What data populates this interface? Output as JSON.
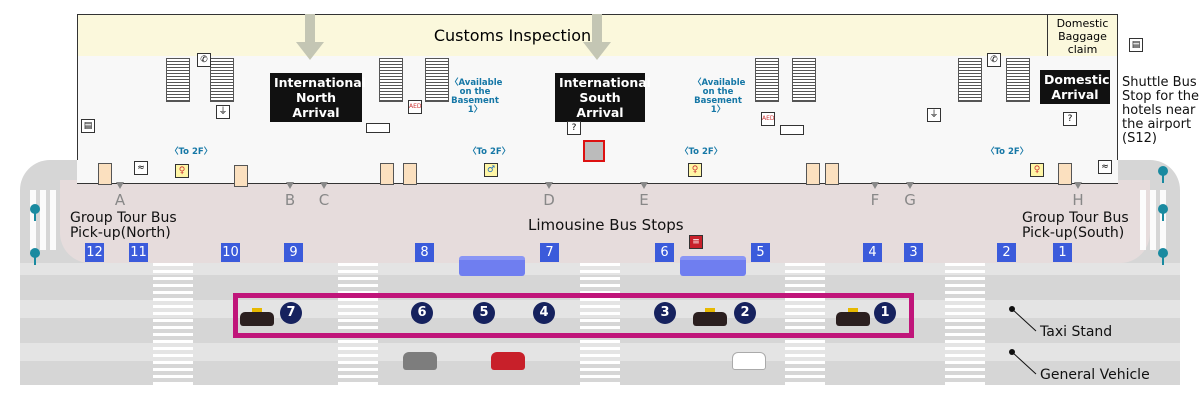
{
  "header": {
    "customs": "Customs Inspection",
    "baggage": "Domestic Baggage claim"
  },
  "arrivals": {
    "north": "International North Arrival",
    "south": "International South Arrival",
    "domestic": "Domestic Arrival"
  },
  "notes": {
    "basement": "〈Available on the Basement 1〉",
    "to2f": "〈To 2F〉",
    "aed": "AED"
  },
  "gates": [
    "A",
    "B",
    "C",
    "D",
    "E",
    "F",
    "G",
    "H"
  ],
  "labels": {
    "limousine": "Limousine Bus Stops",
    "group_north": "Group Tour Bus Pick-up(North)",
    "group_south": "Group Tour Bus Pick-up(South)",
    "shuttle": "Shuttle Bus Stop for the hotels near the airport (S12)",
    "taxi_stand": "Taxi Stand",
    "general": "General Vehicle"
  },
  "bus_stops": [
    "12",
    "11",
    "10",
    "9",
    "8",
    "7",
    "6",
    "5",
    "4",
    "3",
    "2",
    "1"
  ],
  "taxi_stands": [
    "7",
    "6",
    "5",
    "4",
    "3",
    "2",
    "1"
  ],
  "colors": {
    "stop": "#3b5bdb",
    "taxi_zone": "#c0157a",
    "taxi_num": "#16225e",
    "pin": "#1a8aa0"
  }
}
